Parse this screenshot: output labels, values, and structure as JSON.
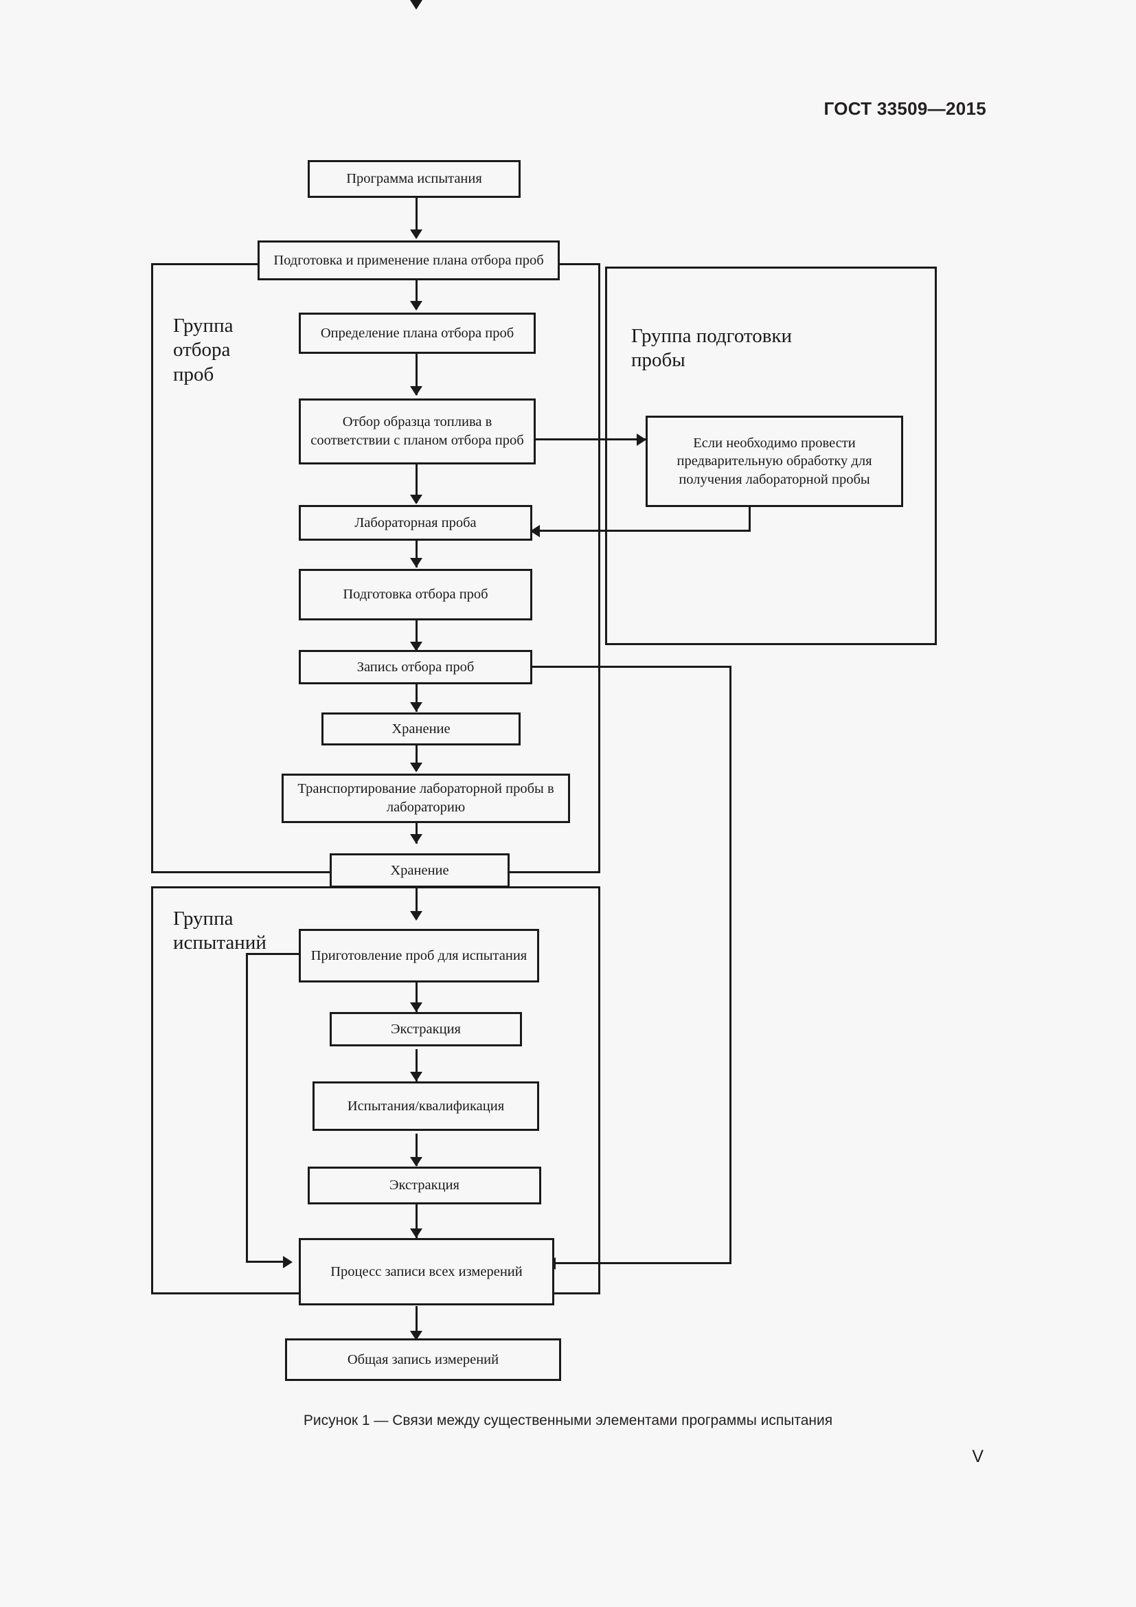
{
  "header": {
    "standard": "ГОСТ 33509—2015"
  },
  "footer": {
    "page_number": "V"
  },
  "caption": "Рисунок 1 — Связи между существенными элементами программы испытания",
  "diagram": {
    "groups": [
      {
        "id": "sampling",
        "label": "Группа\nотбора\nпроб"
      },
      {
        "id": "sample-preparation",
        "label": "Группа подготовки\nпробы"
      },
      {
        "id": "testing",
        "label": "Группа\nиспытаний"
      }
    ],
    "nodes": [
      {
        "id": "test-program",
        "label": "Программа испытания"
      },
      {
        "id": "plan-prep-apply",
        "label": "Подготовка и применение плана отбора проб"
      },
      {
        "id": "plan-definition",
        "label": "Определение плана отбора проб"
      },
      {
        "id": "fuel-sampling",
        "label": "Отбор образца топлива в соответствии с планом отбора проб"
      },
      {
        "id": "pretreatment",
        "label": "Если необходимо провести предварительную обработку для получения лабораторной пробы"
      },
      {
        "id": "lab-sample",
        "label": "Лабораторная проба"
      },
      {
        "id": "sampling-prep",
        "label": "Подготовка отбора проб"
      },
      {
        "id": "sampling-record",
        "label": "Запись отбора проб"
      },
      {
        "id": "storage-1",
        "label": "Хранение"
      },
      {
        "id": "transport",
        "label": "Транспортирование лабораторной пробы в лабораторию"
      },
      {
        "id": "storage-2",
        "label": "Хранение"
      },
      {
        "id": "test-sample-prep",
        "label": "Приготовление проб для испытания"
      },
      {
        "id": "extraction-1",
        "label": "Экстракция"
      },
      {
        "id": "testing-qualif",
        "label": "Испытания/квалификация"
      },
      {
        "id": "extraction-2",
        "label": "Экстракция"
      },
      {
        "id": "record-process",
        "label": "Процесс записи всех измерений"
      },
      {
        "id": "total-record",
        "label": "Общая запись измерений"
      }
    ],
    "colors": {
      "line": "#1a1a1a",
      "page_background": "#f7f7f7",
      "box_fill": "#f7f7f7"
    }
  }
}
